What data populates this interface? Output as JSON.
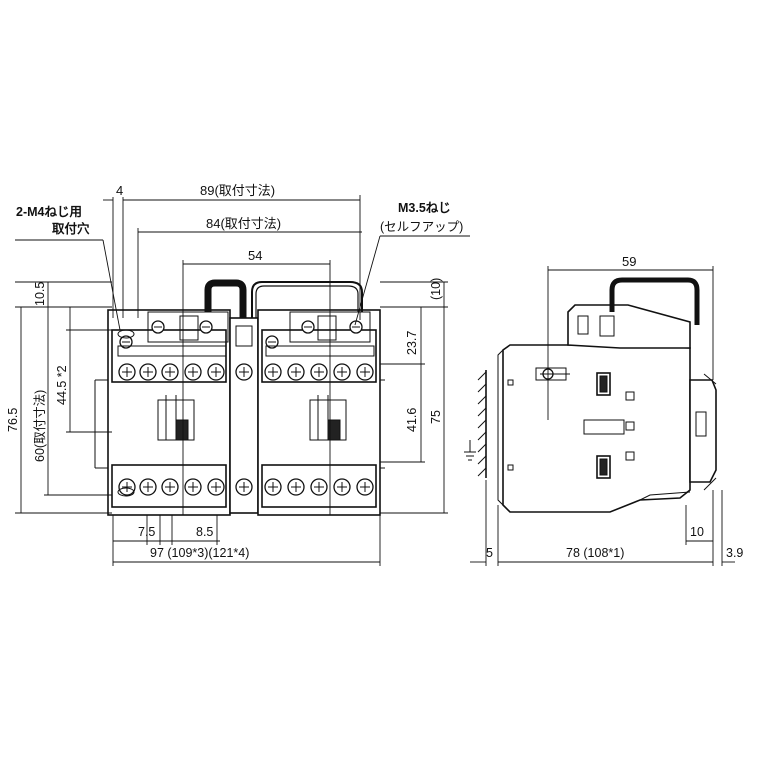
{
  "front_view": {
    "labels": {
      "top_4": "4",
      "top_89": "89(取付寸法)",
      "top_84": "84(取付寸法)",
      "top_54": "54",
      "mount_screw_line1": "2-M4ねじ用",
      "mount_screw_line2": "取付穴",
      "terminal_screw_line1": "M3.5ねじ",
      "terminal_screw_line2": "(セルフアップ)",
      "right_10": "(10)",
      "right_23_7": "23.7",
      "right_41_6": "41.6",
      "right_75": "75",
      "left_10_5": "10.5",
      "left_44_5": "44.5 *2",
      "left_76_5": "76.5",
      "left_60": "60(取付寸法)",
      "bottom_7_5": "7.5",
      "bottom_8_5": "8.5",
      "bottom_97": "97 (109*3)(121*4)"
    }
  },
  "side_view": {
    "labels": {
      "top_59": "59",
      "bottom_5": "5",
      "bottom_78": "78 (108*1)",
      "bottom_3_9": "3.9",
      "bottom_10": "10"
    }
  }
}
